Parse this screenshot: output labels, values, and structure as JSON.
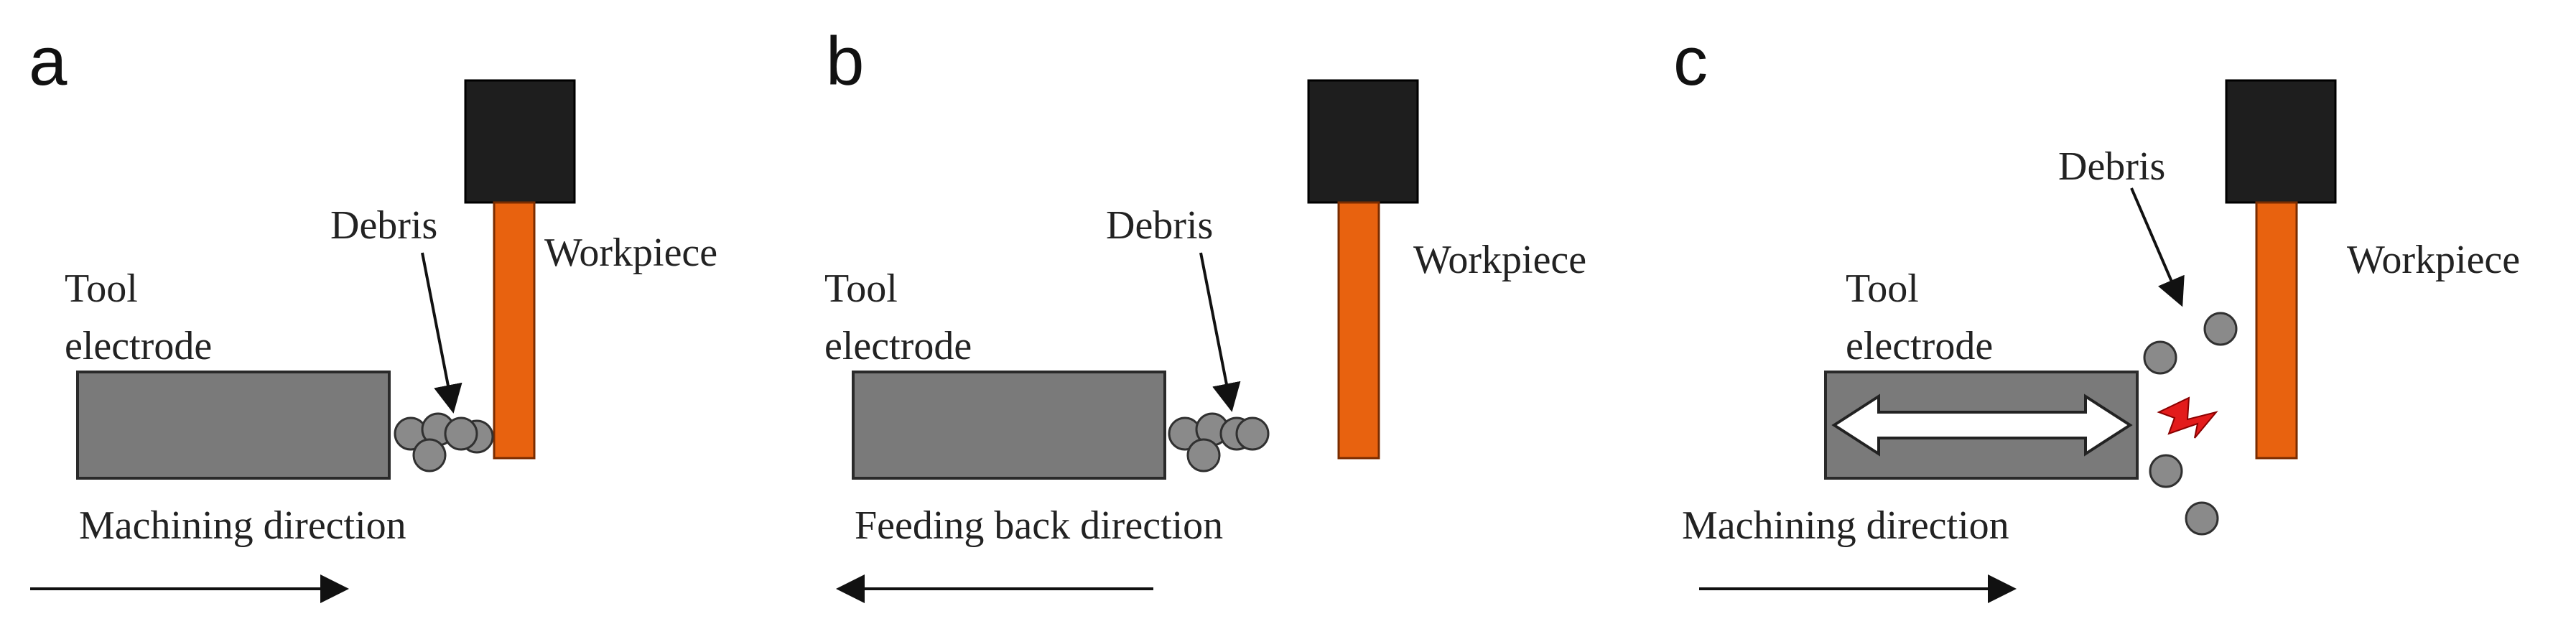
{
  "panels": [
    {
      "letter": "a",
      "tool_label_1": "Tool",
      "tool_label_2": "electrode",
      "debris_label": "Debris",
      "workpiece_label": "Workpiece",
      "direction_label": "Machining direction",
      "direction": "right"
    },
    {
      "letter": "b",
      "tool_label_1": "Tool",
      "tool_label_2": "electrode",
      "debris_label": "Debris",
      "workpiece_label": "Workpiece",
      "direction_label": "Feeding back direction",
      "direction": "left"
    },
    {
      "letter": "c",
      "tool_label_1": "Tool",
      "tool_label_2": "electrode",
      "debris_label": "Debris",
      "workpiece_label": "Workpiece",
      "direction_label": "Machining direction",
      "direction": "right"
    }
  ],
  "colors": {
    "electrode": "#7a7a7a",
    "holder": "#1e1e1e",
    "workpiece": "#e8620f",
    "spark": "#e31b1b"
  }
}
